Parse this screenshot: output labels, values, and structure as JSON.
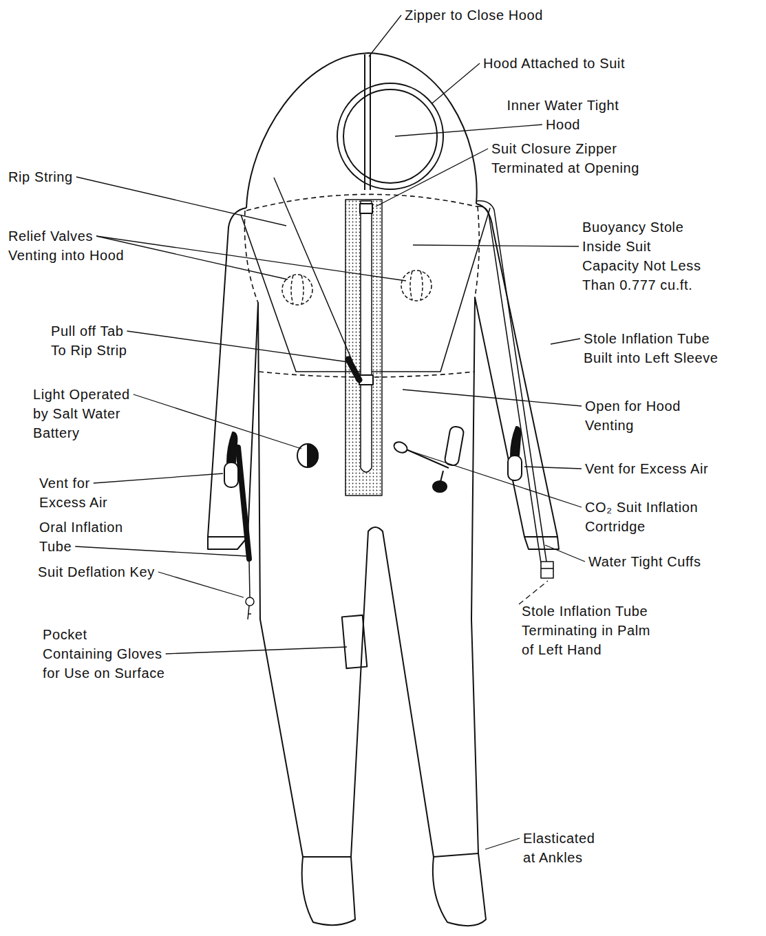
{
  "diagram": {
    "labels": [
      "Zipper to Close Hood",
      "Hood Attached to Suit",
      "Inner Water Tight Hood",
      "Suit Closure Zipper Terminated at Opening",
      "Rip String",
      "Relief Valves Venting into Hood",
      "Buoyancy Stole Inside Suit Capacity Not Less Than 0.777 cu.ft.",
      "Pull off Tab To Rip Strip",
      "Stole Inflation Tube Built into Left Sleeve",
      "Light Operated by Salt Water Battery",
      "Open for Hood Venting",
      "Vent for Excess Air",
      "Vent for Excess Air",
      "CO₂ Suit Inflation Cortridge",
      "Oral Inflation Tube",
      "Water Tight Cuffs",
      "Suit Deflation Key",
      "Stole Inflation Tube Terminating in Palm of Left Hand",
      "Pocket Containing Gloves for Use on Surface",
      "Elasticated at Ankles"
    ]
  }
}
